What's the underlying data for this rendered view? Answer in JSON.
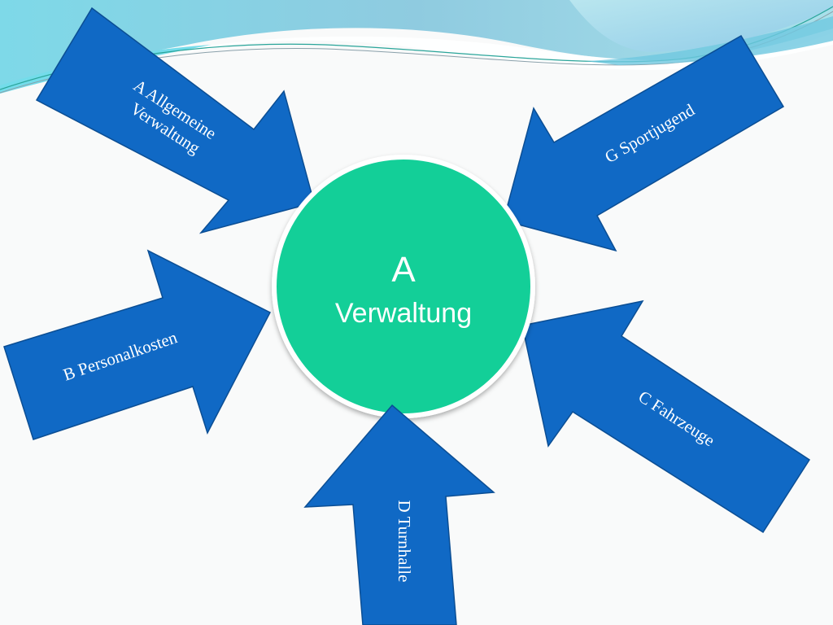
{
  "center": {
    "line1": "A",
    "line2": "Verwaltung",
    "fill_color": "#13cf98"
  },
  "arrow_color": "#1069c5",
  "arrow_stroke": "#0b4e94",
  "arrows": [
    {
      "id": "a",
      "lines": [
        "A  Allgemeine",
        "Verwaltung"
      ]
    },
    {
      "id": "g",
      "lines": [
        "G  Sportjugend"
      ]
    },
    {
      "id": "b",
      "lines": [
        "B    Personalkosten"
      ]
    },
    {
      "id": "c",
      "lines": [
        "C    Fahrzeuge"
      ]
    },
    {
      "id": "d",
      "lines": [
        "D Turnhalle"
      ]
    }
  ],
  "theme": {
    "wave_light": "#9fdbe8",
    "wave_mid": "#6fd3e6",
    "wave_dark": "#5fb9d6",
    "line_teal": "#2aa59a"
  }
}
